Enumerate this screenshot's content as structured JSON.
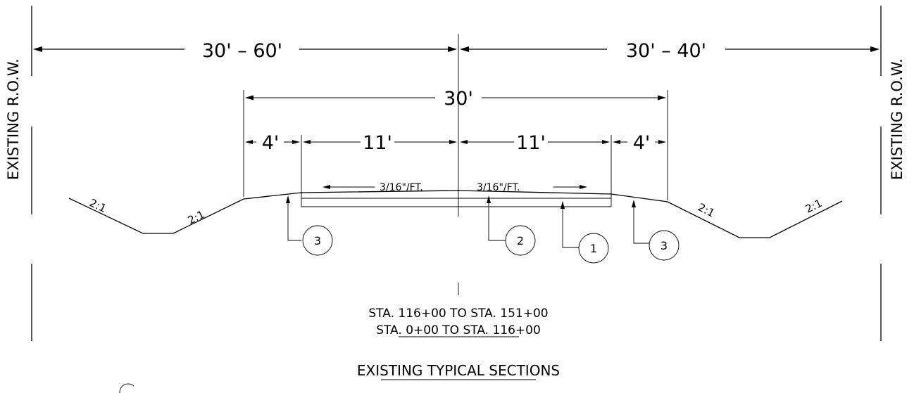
{
  "row_label": "EXISTING R.O.W.",
  "dimensions": {
    "left_row_width": "30'  –  60'",
    "right_row_width": "30'  –  40'",
    "total_width": "30'",
    "shoulder_left": "4'",
    "lane_left": "11'",
    "lane_right": "11'",
    "shoulder_right": "4'"
  },
  "cross_slope_left": "3/16\"/FT.",
  "cross_slope_right": "3/16\"/FT.",
  "side_slopes": [
    "2:1",
    "2:1",
    "2:1",
    "2:1"
  ],
  "callouts": [
    "3",
    "2",
    "1",
    "3"
  ],
  "stations": {
    "line1": "STA. 116+00 TO STA. 151+00",
    "line2": "STA. 0+00 TO STA. 116+00"
  },
  "title": "EXISTING TYPICAL SECTIONS"
}
